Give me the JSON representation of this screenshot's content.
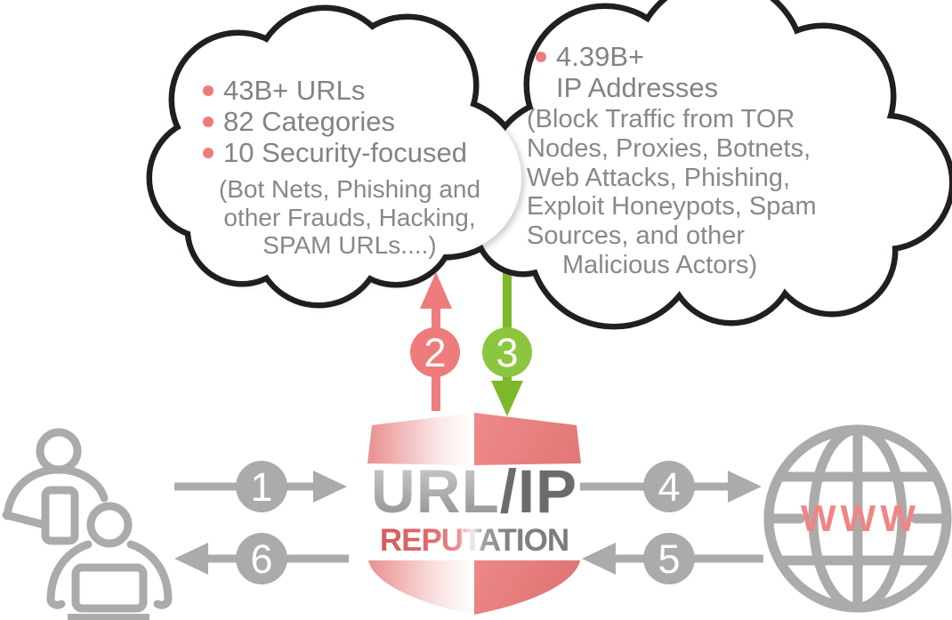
{
  "clouds": {
    "url_cloud": {
      "bullets": [
        "43B+ URLs",
        "82 Categories",
        "10 Security-focused"
      ],
      "note_lines": [
        "(Bot Nets, Phishing and",
        "other Frauds, Hacking,",
        "SPAM URLs....)"
      ]
    },
    "ip_cloud": {
      "bullet": "4.39B+",
      "bullet_sub": "IP Addresses",
      "note_lines": [
        "(Block Traffic from TOR",
        "Nodes, Proxies, Botnets,",
        "Web Attacks, Phishing,",
        "Exploit Honeypots, Spam",
        "Sources, and other",
        "Malicious Actors)"
      ]
    }
  },
  "shield": {
    "line1": "URL/IP",
    "line1_left": "URL",
    "line1_right": "/IP",
    "line2": "REPUTATION"
  },
  "globe": {
    "label": "WWW"
  },
  "steps": {
    "s1": "1",
    "s2": "2",
    "s3": "3",
    "s4": "4",
    "s5": "5",
    "s6": "6"
  },
  "colors": {
    "accent_red": "#ee7c7c",
    "accent_green": "#8cc63f",
    "arrow_gray": "#ababab",
    "text_gray": "#858283",
    "cloud_outline": "#231f20",
    "cloud_fill": "#ffffff"
  }
}
